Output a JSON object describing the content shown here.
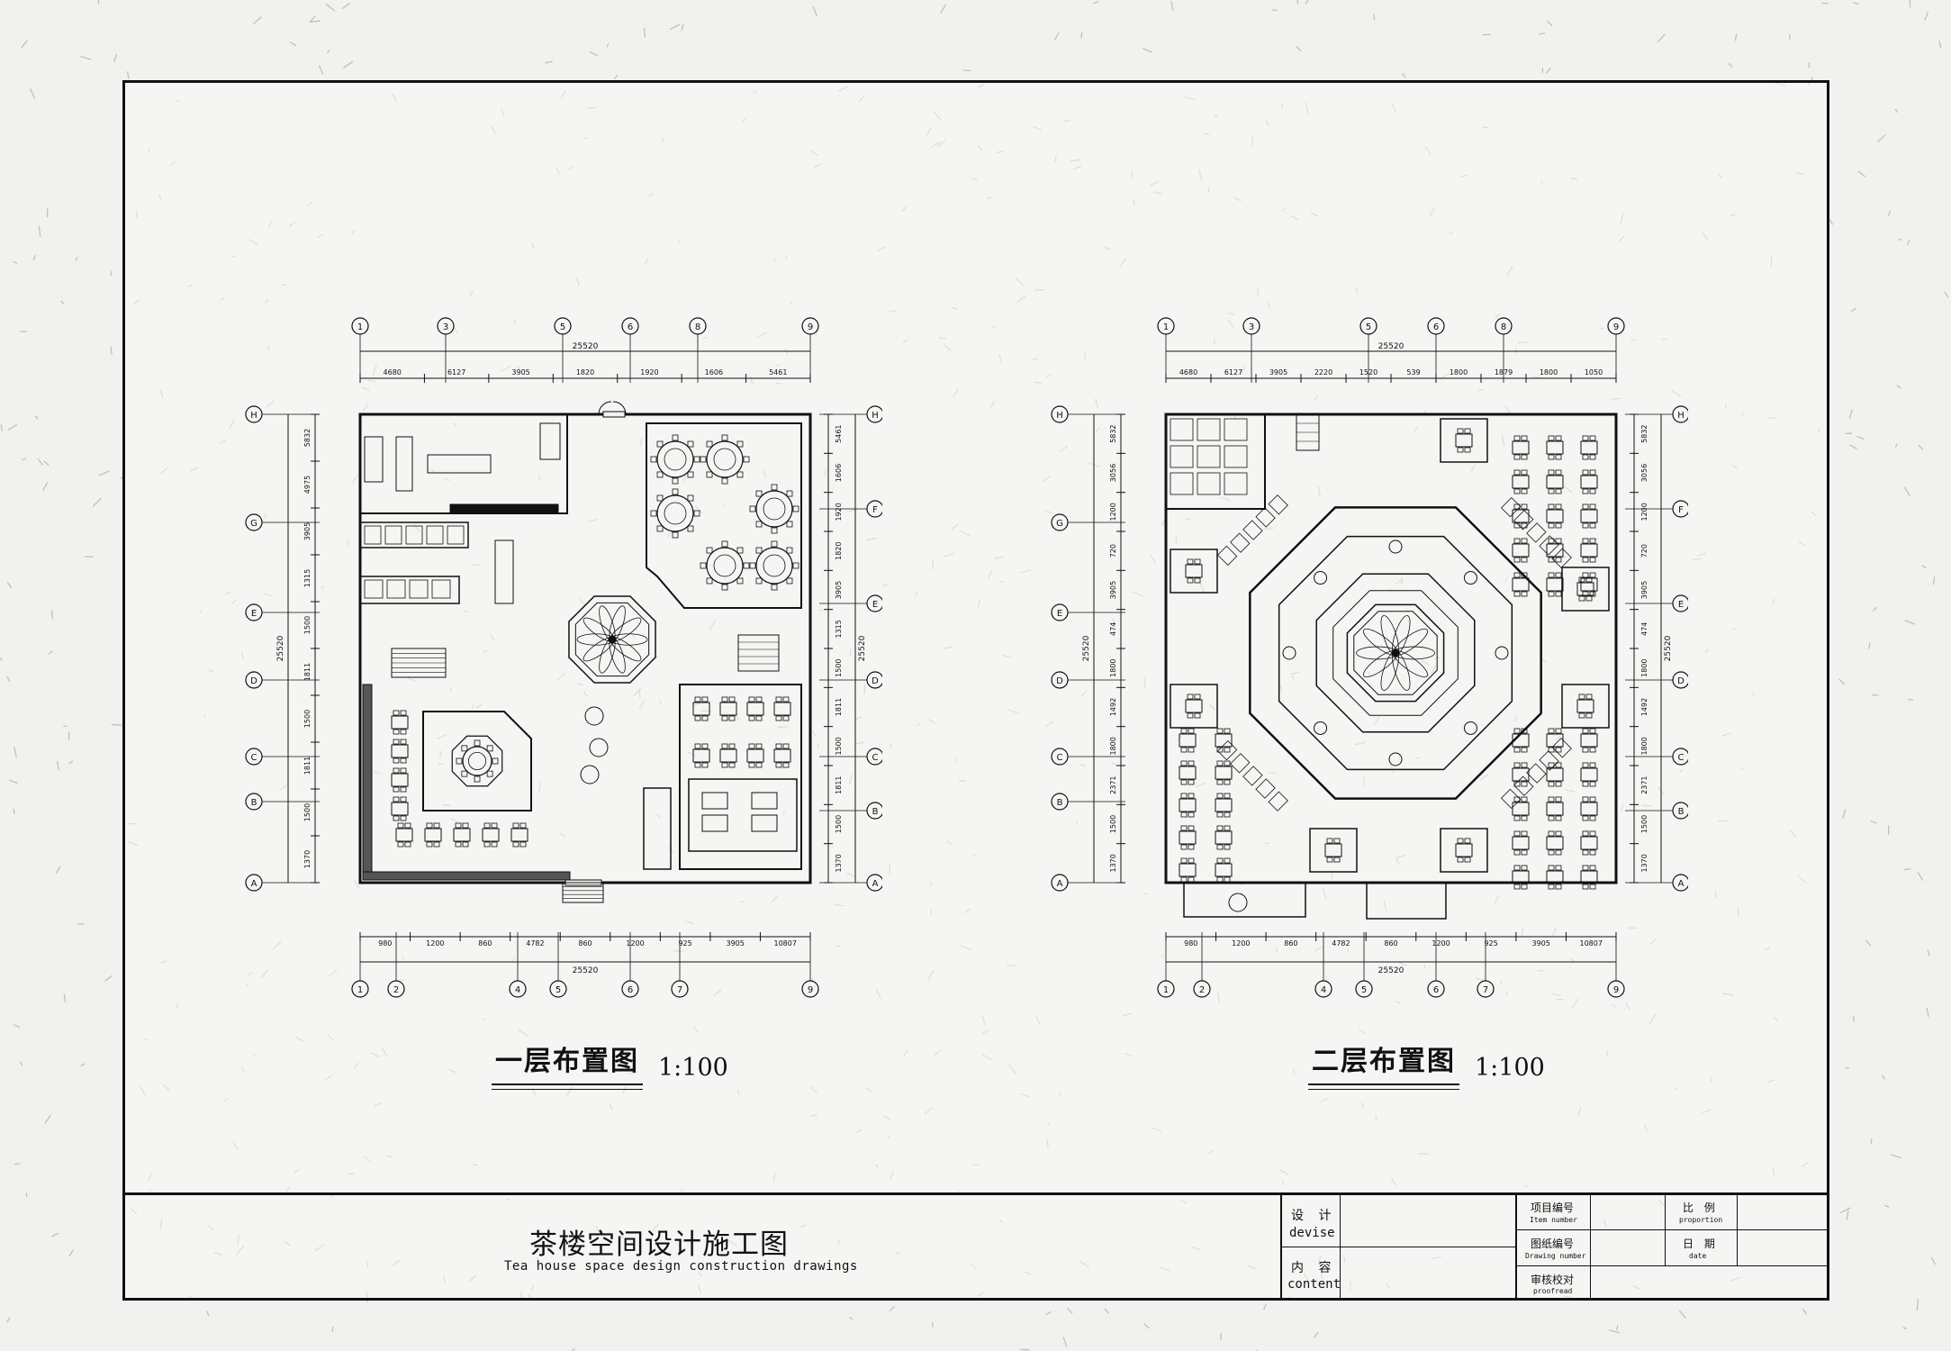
{
  "sheet": {
    "project_title_cn": "茶楼空间设计施工图",
    "project_title_en": "Tea house space design construction drawings"
  },
  "plans": [
    {
      "id": "floor1",
      "title": "一层布置图",
      "scale": "1:100",
      "top_grid": [
        "1",
        "3",
        "5",
        "6",
        "8",
        "9"
      ],
      "top_total": "25520",
      "top_dims": [
        "4680",
        "6127",
        "3905",
        "1820",
        "1920",
        "1606",
        "5461"
      ],
      "bottom_grid": [
        "1",
        "2",
        "4",
        "5",
        "6",
        "7",
        "9"
      ],
      "bottom_total": "25520",
      "bottom_dims": [
        "980",
        "1200",
        "860",
        "4782",
        "860",
        "1200",
        "925",
        "3905",
        "10807"
      ],
      "left_grid": [
        "H",
        "G",
        "E",
        "D",
        "C",
        "B",
        "A"
      ],
      "left_total": "25520",
      "left_dims": [
        "5832",
        "4975",
        "3905",
        "1315",
        "1500",
        "1811",
        "1500",
        "1811",
        "1500",
        "1370"
      ],
      "right_grid": [
        "H",
        "F",
        "E",
        "D",
        "C",
        "B",
        "A"
      ],
      "right_total": "25520",
      "right_dims": [
        "5461",
        "1606",
        "1920",
        "1820",
        "3905",
        "1315",
        "1500",
        "1811",
        "1500",
        "1811",
        "1500",
        "1370"
      ]
    },
    {
      "id": "floor2",
      "title": "二层布置图",
      "scale": "1:100",
      "top_grid": [
        "1",
        "3",
        "5",
        "6",
        "8",
        "9"
      ],
      "top_total": "25520",
      "top_dims": [
        "4680",
        "6127",
        "3905",
        "2220",
        "1520",
        "539",
        "1800",
        "1879",
        "1800",
        "1050"
      ],
      "bottom_grid": [
        "1",
        "2",
        "4",
        "5",
        "6",
        "7",
        "9"
      ],
      "bottom_total": "25520",
      "bottom_dims": [
        "980",
        "1200",
        "860",
        "4782",
        "860",
        "1200",
        "925",
        "3905",
        "10807"
      ],
      "left_grid": [
        "H",
        "G",
        "E",
        "D",
        "C",
        "B",
        "A"
      ],
      "left_total": "25520",
      "left_dims": [
        "5832",
        "3056",
        "1200",
        "720",
        "3905",
        "474",
        "1800",
        "1492",
        "1800",
        "2371",
        "1500",
        "1370"
      ],
      "right_grid": [
        "H",
        "F",
        "E",
        "D",
        "C",
        "B",
        "A"
      ],
      "right_total": "25520",
      "right_dims": [
        "5832",
        "3056",
        "1200",
        "720",
        "3905",
        "474",
        "1800",
        "1492",
        "1800",
        "2371",
        "1500",
        "1370"
      ]
    }
  ],
  "title_block": {
    "design_cn": "设 计",
    "design_en": "devise",
    "content_cn": "内 容",
    "content_en": "content",
    "item_number_cn": "项目编号",
    "item_number_en": "Item number",
    "drawing_number_cn": "图纸编号",
    "drawing_number_en": "Drawing number",
    "proofread_cn": "审核校对",
    "proofread_en": "proofread",
    "proportion_cn": "比 例",
    "proportion_en": "proportion",
    "date_cn": "日 期",
    "date_en": "date"
  },
  "icons": [
    "north-entrance-door-icon",
    "octagonal-flower-medallion-icon",
    "round-table-icon",
    "stair-icon"
  ]
}
